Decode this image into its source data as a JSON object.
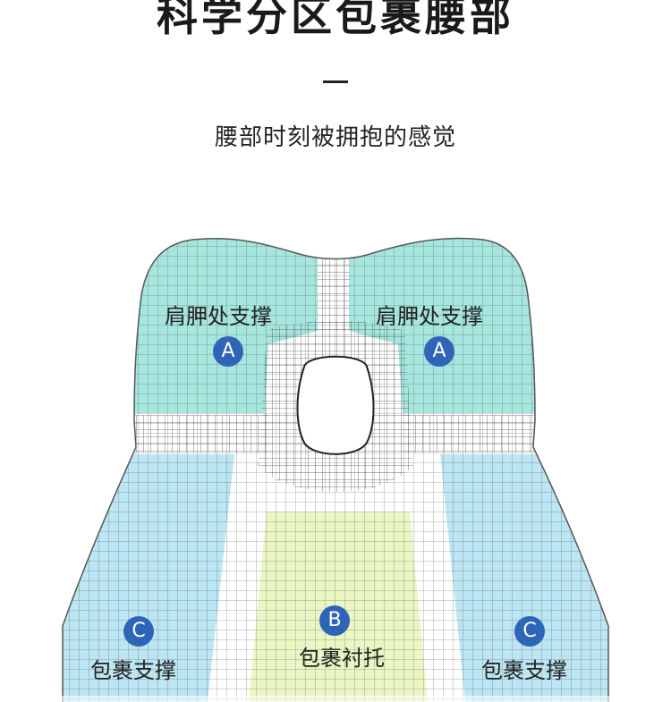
{
  "heading": {
    "title": "科学分区包裹腰部",
    "subtitle": "腰部时刻被拥抱的感觉"
  },
  "zones": {
    "shoulder_left": {
      "label": "肩胛处支撑",
      "badge": "A"
    },
    "shoulder_right": {
      "label": "肩胛处支撑",
      "badge": "A"
    },
    "center": {
      "label": "包裹衬托",
      "badge": "B"
    },
    "side_left": {
      "label": "包裹支撑",
      "badge": "C"
    },
    "side_right": {
      "label": "包裹支撑",
      "badge": "C"
    }
  },
  "colors": {
    "zone_a": "#a6e6de",
    "zone_b": "#eaf6c4",
    "zone_c": "#bce6f3",
    "frame": "#ffffff",
    "grid_line": "#3c3c3c",
    "badge": "#2f65b7"
  }
}
